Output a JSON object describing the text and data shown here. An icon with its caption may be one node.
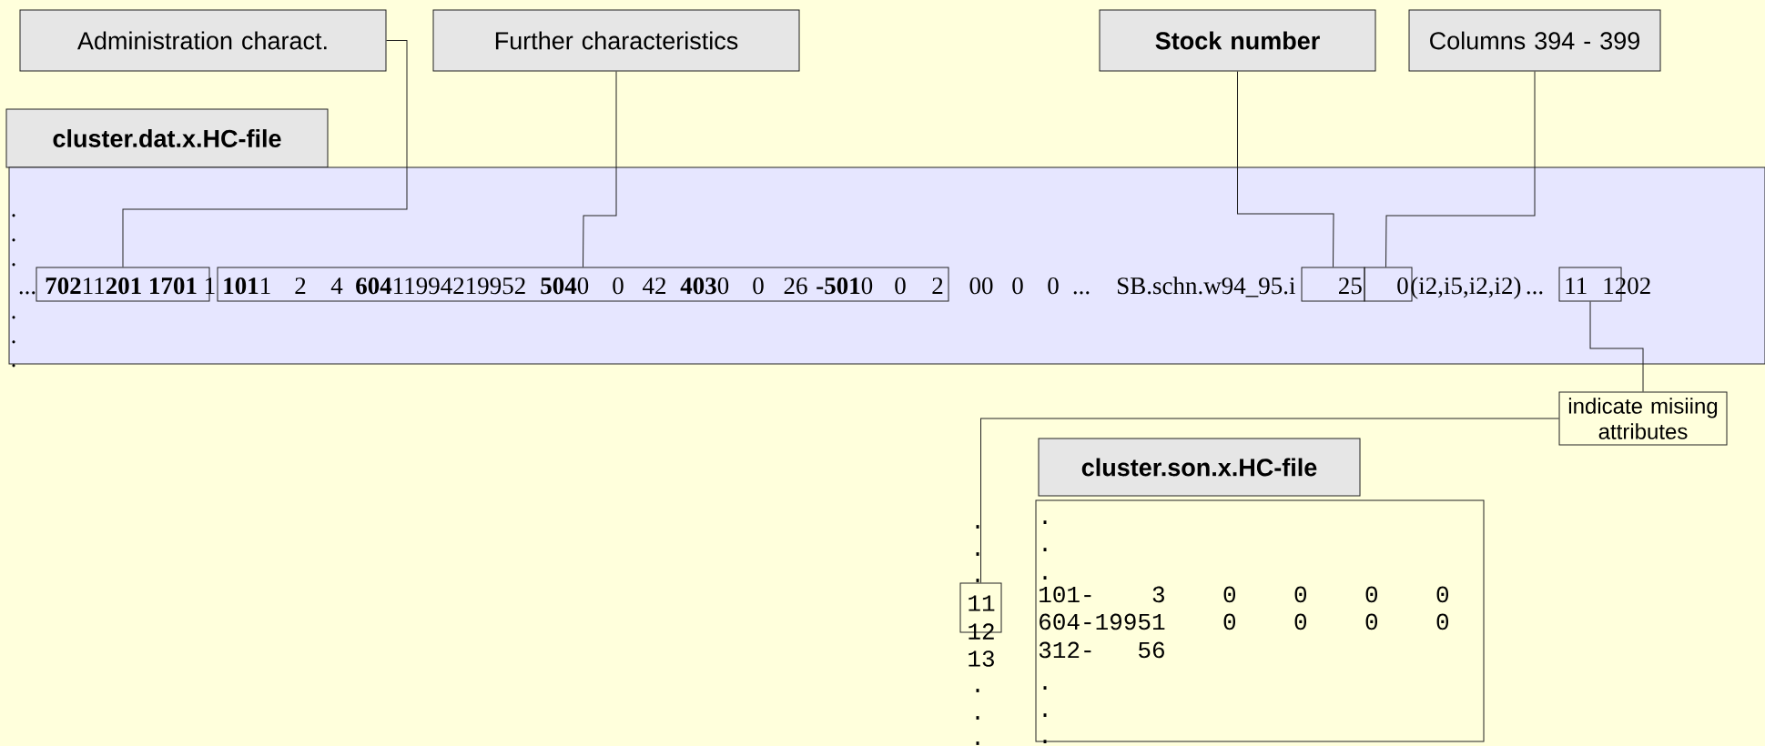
{
  "diagram": {
    "nodes": [
      {
        "text": [
          "Administration charact."
        ]
      },
      {
        "text": [
          "Further characteristics"
        ]
      },
      {
        "text": [
          "Stock number"
        ]
      },
      {
        "text": [
          "Columns 394 - 399"
        ]
      },
      {
        "text": [
          "cluster.dat.x.HC-file"
        ]
      },
      {
        "text": [
          ".",
          ".",
          ".",
          "...",
          "00",
          "0",
          "0",
          "...",
          "SB.schn.w94_95.i",
          "(i2,i5,i2,i2)",
          "...",
          "02",
          ".",
          ".",
          "."
        ]
      },
      {
        "text": [
          "**702**11**201** **1701** 1"
        ],
        "in": 5
      },
      {
        "text": [
          "**101**1",
          "2",
          "4",
          "**604**11994219952",
          "**504**0",
          "0",
          "42",
          "**403**0",
          "0",
          "26",
          "**-501**0",
          "0",
          "2"
        ],
        "in": 5
      },
      {
        "text": [
          "25"
        ],
        "in": 5
      },
      {
        "text": [
          "0"
        ],
        "in": 5
      },
      {
        "text": [
          "11",
          "12"
        ],
        "in": 5
      },
      {
        "text": [
          "indicate misiing attributes"
        ]
      },
      {
        "text": [
          "cluster.son.x.HC-file"
        ]
      },
      {
        "text": [
          ".",
          ".",
          ".",
          "101-",
          "3",
          "0",
          "0",
          "0",
          "0",
          "604-19951",
          "0",
          "0",
          "0",
          "0",
          "312-",
          "56",
          ".",
          ".",
          "."
        ]
      },
      {
        "text": [
          "11"
        ]
      }
    ],
    "edges": [
      {
        "from": 0,
        "to": 6,
        "arrow": "none"
      },
      {
        "from": 1,
        "to": 7,
        "arrow": "none"
      },
      {
        "from": 2,
        "to": 8,
        "arrow": "none"
      },
      {
        "from": 3,
        "to": 9,
        "arrow": "none"
      },
      {
        "from": 11,
        "to": 10,
        "arrow": "none"
      },
      {
        "from": 11,
        "to": 14,
        "arrow": "none"
      }
    ],
    "labels": [
      ".",
      ".",
      ".",
      "12",
      "13",
      ".",
      ".",
      "."
    ]
  }
}
